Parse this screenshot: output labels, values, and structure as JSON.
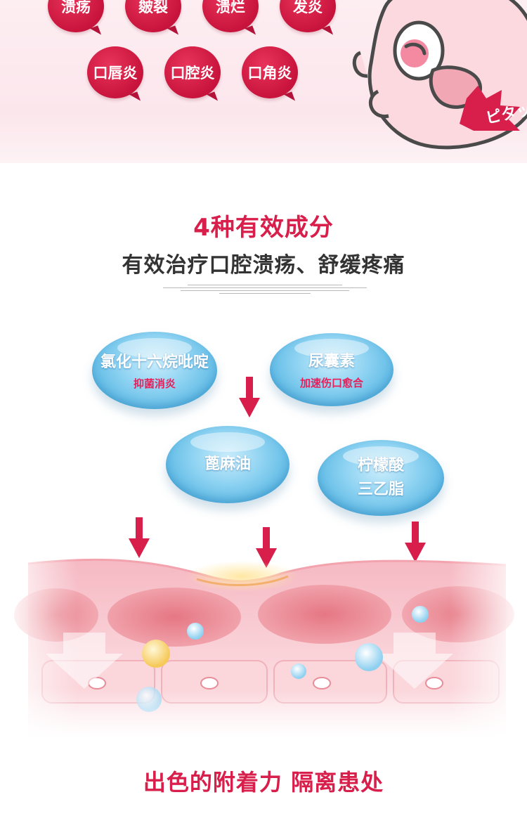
{
  "symptoms_row1": [
    "溃疡",
    "皴裂",
    "溃烂",
    "发炎"
  ],
  "symptoms_row2": [
    "口唇炎",
    "口腔炎",
    "口角炎"
  ],
  "mascot_badge": "ピタッ",
  "ingredients_section": {
    "title": "4种有效成分",
    "subtitle": "有效治疗口腔溃疡、舒缓疼痛"
  },
  "ingredients": [
    {
      "name": "氯化十六烷吡啶",
      "effect": "抑菌消炎"
    },
    {
      "name": "尿囊素",
      "effect": "加速伤口愈合"
    },
    {
      "name": "蓖麻油",
      "effect": ""
    },
    {
      "name": "柠檬酸",
      "name2": "三乙脂",
      "effect": ""
    }
  ],
  "colors": {
    "accent_red": "#d81e4a",
    "bubble_red": "#c8143c",
    "oval_blue": "#4eb1e0",
    "text_dark": "#333333",
    "arrow_red": "#d81e4a"
  },
  "bottom_title": "出色的附着力 隔离患处"
}
